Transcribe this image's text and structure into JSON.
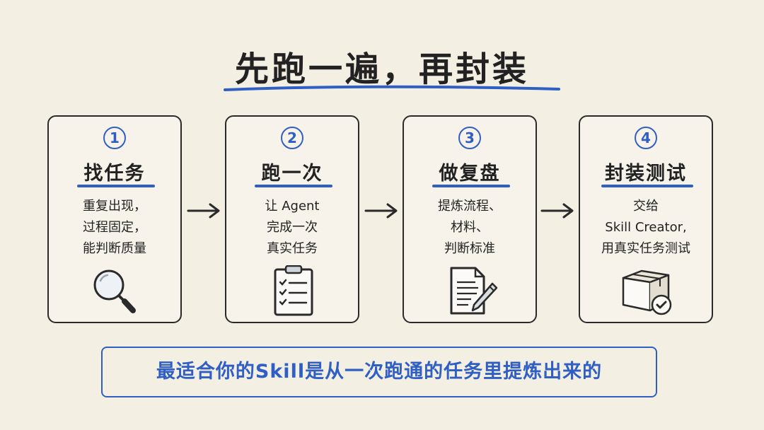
{
  "title": "先跑一遍，再封装",
  "colors": {
    "accent": "#2f5fc4",
    "ink": "#222222",
    "background": "#f4efe3"
  },
  "steps": [
    {
      "number": "1",
      "title": "找任务",
      "lines": [
        "重复出现，",
        "过程固定，",
        "能判断质量"
      ],
      "icon": "magnifier-icon"
    },
    {
      "number": "2",
      "title": "跑一次",
      "lines": [
        "让 Agent",
        "完成一次",
        "真实任务"
      ],
      "icon": "clipboard-checklist-icon"
    },
    {
      "number": "3",
      "title": "做复盘",
      "lines": [
        "提炼流程、",
        "材料、",
        "判断标准"
      ],
      "icon": "document-pencil-icon"
    },
    {
      "number": "4",
      "title": "封装测试",
      "lines": [
        "交给",
        "Skill Creator,",
        "用真实任务测试"
      ],
      "icon": "package-check-icon"
    }
  ],
  "summary": "最适合你的Skill是从一次跑通的任务里提炼出来的"
}
